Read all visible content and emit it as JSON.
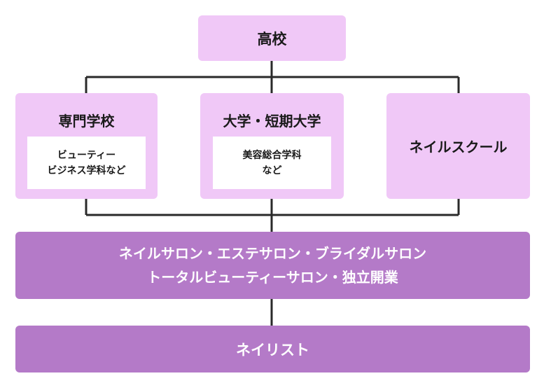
{
  "top": {
    "label": "高校"
  },
  "schools": [
    {
      "title": "専門学校",
      "detail_lines": [
        "ビューティー",
        "ビジネス学科など"
      ]
    },
    {
      "title": "大学・短期大学",
      "detail_lines": [
        "美容総合学科",
        "など"
      ]
    },
    {
      "title": "ネイルスクール"
    }
  ],
  "workplaces": {
    "lines": [
      "ネイルサロン・エステサロン・ブライダルサロン",
      "トータルビューティーサロン・独立開業"
    ]
  },
  "career": {
    "label": "ネイリスト"
  },
  "colors": {
    "light_box": "#f0c8f7",
    "dark_box": "#b47ac8",
    "connector": "#2a2a2a"
  }
}
